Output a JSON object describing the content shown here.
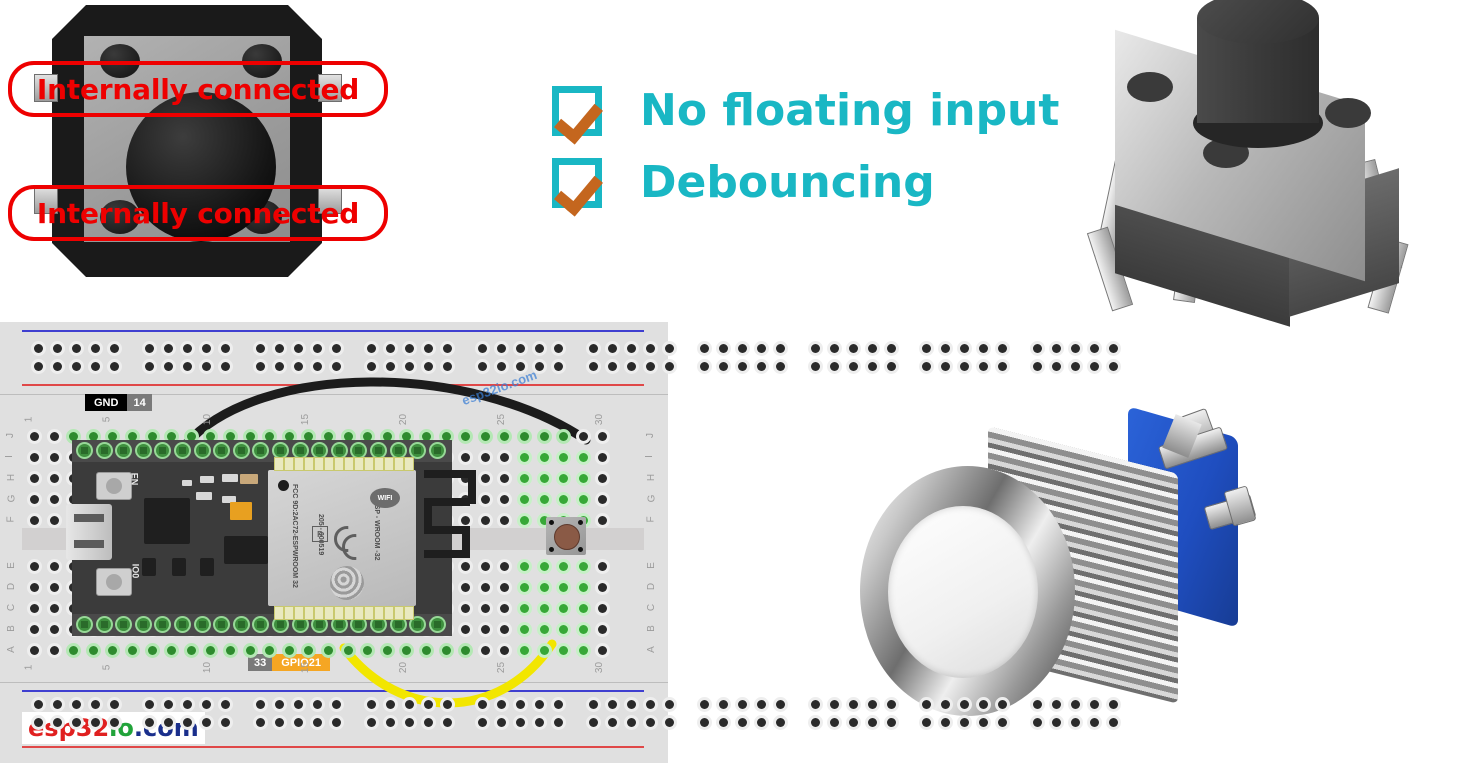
{
  "annotations": {
    "top_label": "Internally connected",
    "bottom_label": "Internally connected",
    "color": "#ee0000"
  },
  "checklist": {
    "accent_color": "#19b7c4",
    "check_color": "#c4661e",
    "items": [
      {
        "icon": "checkbox-checked-icon",
        "label": "No floating input"
      },
      {
        "icon": "checkbox-checked-icon",
        "label": "Debouncing"
      }
    ]
  },
  "breadboard": {
    "column_labels": [
      "1",
      "5",
      "10",
      "15",
      "20",
      "25",
      "30"
    ],
    "row_labels_top": [
      "J",
      "I",
      "H",
      "G",
      "F"
    ],
    "row_labels_bottom": [
      "E",
      "D",
      "C",
      "B",
      "A"
    ],
    "pin_labels": [
      {
        "name": "GND",
        "number": "14"
      },
      {
        "name": "GPIO21",
        "number": "33"
      }
    ],
    "wires": [
      {
        "name": "gnd-wire",
        "color": "#222222",
        "from": "GND",
        "to": "button"
      },
      {
        "name": "signal-wire",
        "color": "#f2e600",
        "from": "GPIO21",
        "to": "button"
      }
    ],
    "logo": {
      "part1": "esp32",
      "part2": "io",
      "part3": ".com"
    },
    "watermarks": [
      "esp32io.com",
      "esp32io.com",
      "esp32io.com"
    ]
  },
  "esp32_board": {
    "module_name": "ESP - WROOM -32",
    "fcc_text": "FCC 9D:2AC72-ESPWROOM 32",
    "cert_number": "205 - 000519",
    "wifi_badge": "WIFI",
    "r_mark": "R",
    "buttons": [
      {
        "name": "en-button",
        "label": "EN"
      },
      {
        "name": "boot-button",
        "label": "IO0"
      }
    ]
  },
  "photos": {
    "tactile_switch": "tactile-switch-photo",
    "metal_pushbutton": "metal-pushbutton-photo"
  }
}
